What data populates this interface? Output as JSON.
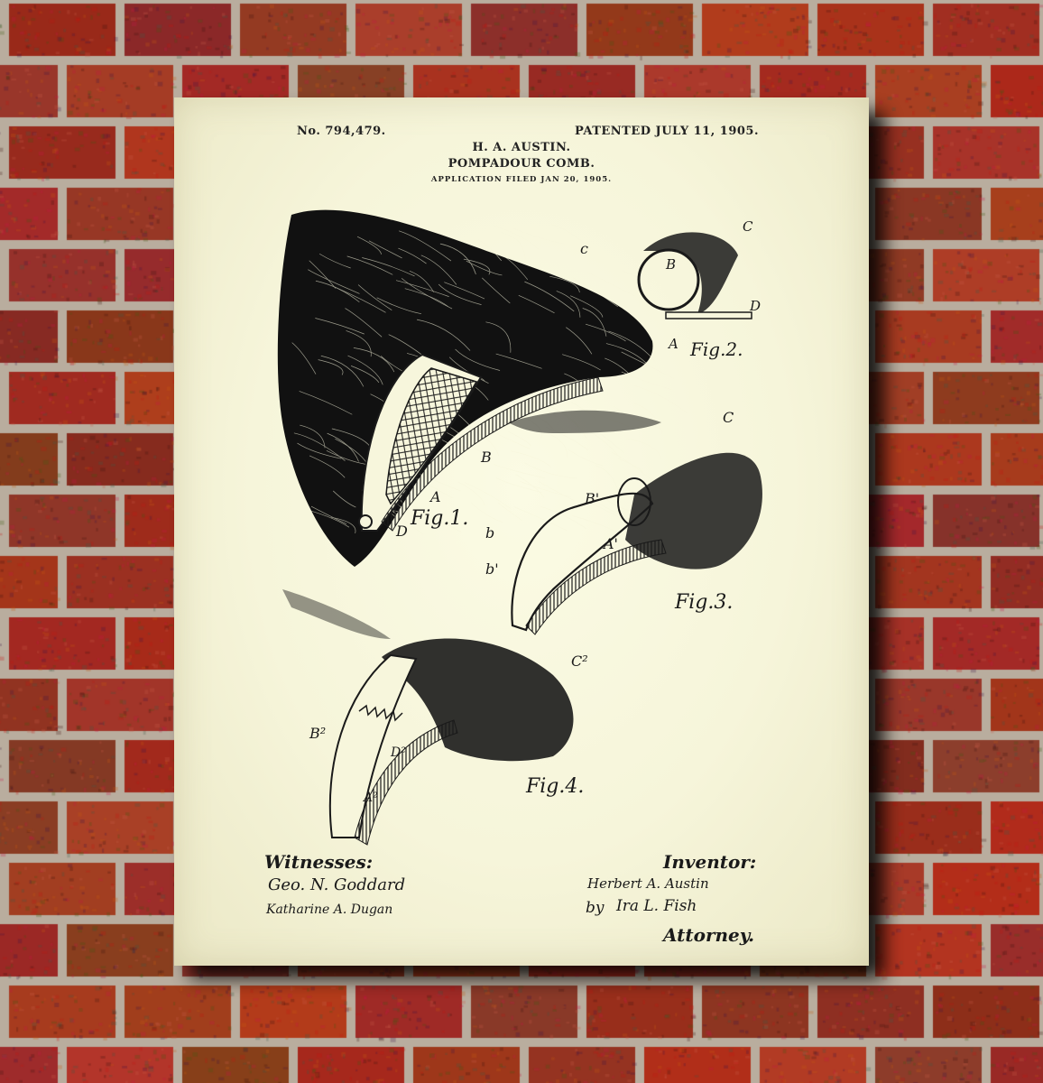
{
  "patent": {
    "number": "No. 794,479.",
    "date": "PATENTED JULY 11, 1905.",
    "inventor": "H. A. AUSTIN.",
    "title": "POMPADOUR COMB.",
    "application": "APPLICATION FILED JAN 20, 1905."
  },
  "figures": {
    "fig1": "Fig.1.",
    "fig2": "Fig.2.",
    "fig3": "Fig.3.",
    "fig4": "Fig.4."
  },
  "labels": {
    "fig1": [
      "c",
      "B",
      "A",
      "D"
    ],
    "fig2": [
      "C",
      "B",
      "D",
      "A"
    ],
    "fig3": [
      "C",
      "B'",
      "b",
      "A'",
      "b'"
    ],
    "fig4": [
      "C²",
      "B²",
      "D²",
      "A²"
    ]
  },
  "signatures": {
    "witnesses_heading": "Witnesses:",
    "witness_1": "Geo. N. Goddard",
    "witness_2": "Katharine A. Dugan",
    "inventor_heading": "Inventor:",
    "inventor_signature": "Herbert A. Austin",
    "by": "by",
    "attorney_signature": "Ira L. Fish",
    "attorney_label": "Attorney."
  },
  "colors": {
    "brick": "#9c3b28",
    "mortar": "#b9ad9e",
    "paper": "#f7f6dc",
    "ink": "#1a1a1a"
  }
}
